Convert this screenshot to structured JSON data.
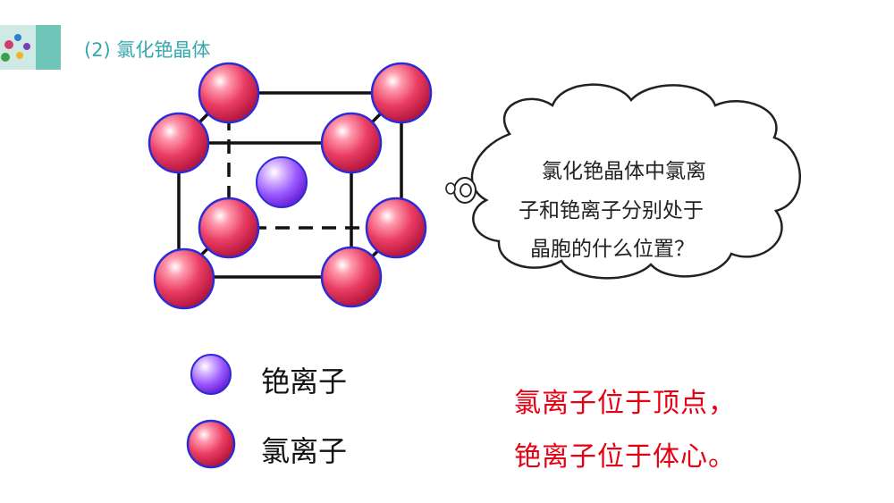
{
  "header": {
    "title": "(2) 氯化铯晶体",
    "accent_color": "#34a8ad"
  },
  "legend": {
    "cs_label": "铯离子",
    "cl_label": "氯离子"
  },
  "cloud": {
    "line1": "氯化铯晶体中氯离",
    "line2": "子和铯离子分别处于",
    "line3": "晶胞的什么位置？"
  },
  "answer": {
    "line1": "氯离子位于顶点，",
    "line2": "铯离子位于体心。",
    "color": "#e60012"
  },
  "colors": {
    "cl_ion": "#e8365f",
    "cs_ion": "#9b59ff",
    "ion_outline": "#2b2bd8"
  },
  "icons": {
    "corner": "decorative-photo-icon",
    "thought_bubble": "thought-cloud-icon"
  }
}
